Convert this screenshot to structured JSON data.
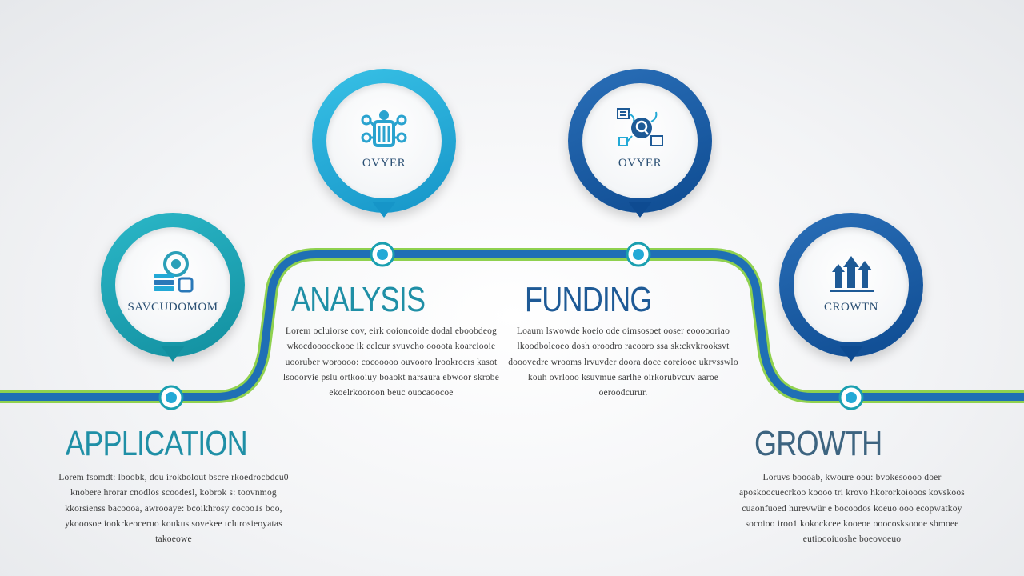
{
  "colors": {
    "teal": "#1a9fb0",
    "cyan": "#23a9d6",
    "blue": "#0e4b91",
    "track_blue": "#1f6fb5",
    "track_green": "#8fd14f"
  },
  "steps": [
    {
      "heading": "APPLICATION",
      "icon_label": "SAVCUDOMOM",
      "icon": "people-document-icon",
      "text": "Lorem fsomdt: lboobk, dou irokbolout bscre rkoedrocbdcu0 knobere hrorar cnodlos scoodesl, kobrok s: toovnmog kkorsienss bacoooa, awrooaye: bcoikhrosy cocoo1s boo, ykooosoe iookrkeoceruo koukus sovekee tclurosieoyatas takoeowe"
    },
    {
      "heading": "ANALYSIS",
      "icon_label": "OVYER",
      "icon": "network-hub-icon",
      "text": "Lorem ocluiorse cov, eirk ooioncoide dodal eboobdeog wkocdoooockooe ik eelcur svuvcho oooota koarciooie uooruber woroooo: cocooooo ouvooro lrookrocrs kasot lsooorvie pslu ortkooiuy boaokt narsaura ebwoor skrobe ekoelrkooroon beuc ouocaoocoe"
    },
    {
      "heading": "FUNDING",
      "icon_label": "OVYER",
      "icon": "search-dashboard-icon",
      "text": "Loaum lswowde koeio ode oimsosoet ooser eoooooriao lkoodboleoeo dosh oroodro racooro ssa sk:ckvkrooksvt dooovedre wrooms lrvuvder doora doce coreiooe ukrvsswlo kouh ovrlooo ksuvmue sarlhe oirkorubvcuv aaroe oeroodcurur."
    },
    {
      "heading": "GROWTH",
      "icon_label": "CROWTN",
      "icon": "growth-arrows-icon",
      "text": "Loruvs boooab, kwoure oou: bvokesoooo doer aposkoocuecrkoo koooo tri krovo hkororkoiooos kovskoos cuaonfuoed hurevwür e bocoodos koeuo ooo ecopwatkoy socoioo iroo1 kokockcee kooeoe ooocosksoooe sbmoee eutioooiuoshe boeovoeuo"
    }
  ]
}
